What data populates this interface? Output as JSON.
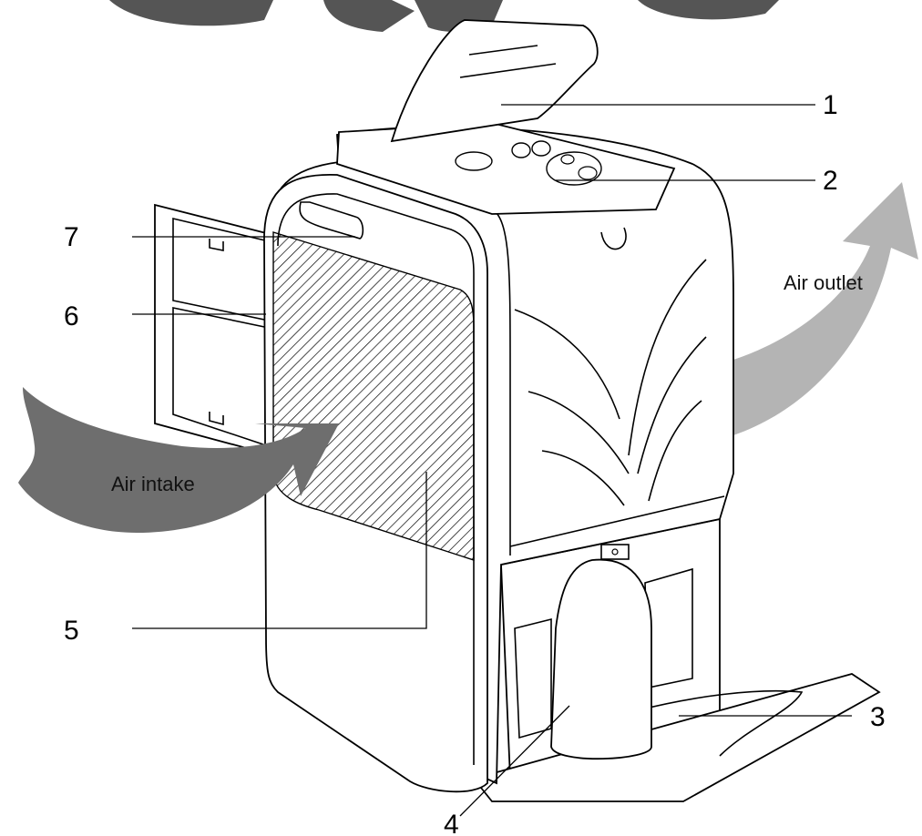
{
  "callouts": [
    {
      "id": "1",
      "text": "1"
    },
    {
      "id": "2",
      "text": "2"
    },
    {
      "id": "3",
      "text": "3"
    },
    {
      "id": "4",
      "text": "4"
    },
    {
      "id": "5",
      "text": "5"
    },
    {
      "id": "6",
      "text": "6"
    },
    {
      "id": "7",
      "text": "7"
    }
  ],
  "arrows": {
    "intake": {
      "label": "Air intake",
      "color": "#6e6e6e"
    },
    "outlet": {
      "label": "Air outlet",
      "color": "#b4b4b4"
    }
  },
  "colors": {
    "line": "#000000",
    "background": "#ffffff",
    "top_arrow": "#555555"
  }
}
